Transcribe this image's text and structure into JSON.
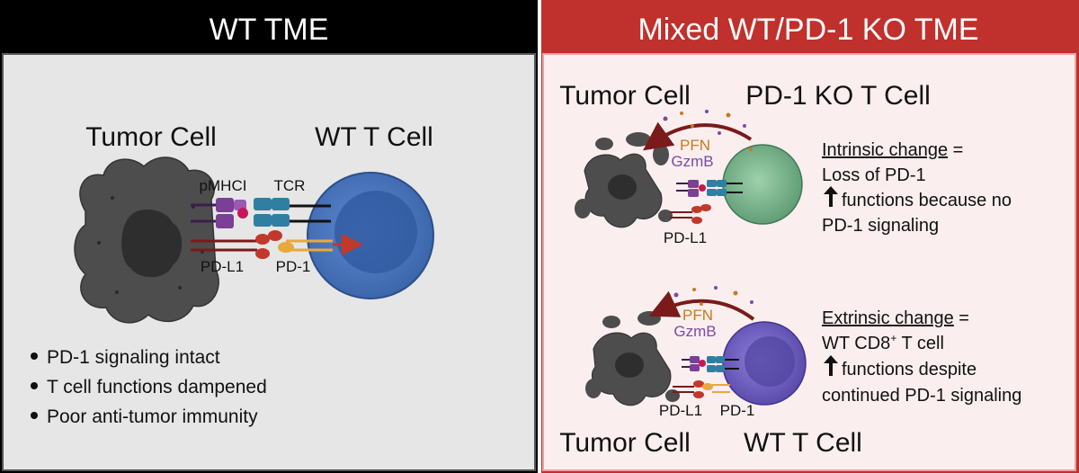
{
  "left_panel": {
    "header": "WT TME",
    "tumor_label": "Tumor Cell",
    "tcell_label": "WT T Cell",
    "pmhc_label": "pMHCI",
    "tcr_label": "TCR",
    "pdl1_label": "PD-L1",
    "pd1_label": "PD-1",
    "bullets": [
      "PD-1 signaling intact",
      "T cell functions dampened",
      "Poor anti-tumor immunity"
    ]
  },
  "right_panel": {
    "header": "Mixed WT/PD-1 KO TME",
    "top": {
      "tumor_label": "Tumor Cell",
      "tcell_label": "PD-1 KO T Cell",
      "pfn_label": "PFN",
      "gzmb_label": "GzmB",
      "pdl1_label": "PD-L1",
      "change_title": "Intrinsic change",
      "equals": " =",
      "line1": "Loss of PD-1",
      "line2": "functions because no",
      "line3": "PD-1 signaling"
    },
    "bottom": {
      "tumor_label": "Tumor Cell",
      "tcell_label": "WT T Cell",
      "pfn_label": "PFN",
      "gzmb_label": "GzmB",
      "pdl1_label": "PD-L1",
      "pd1_label": "PD-1",
      "change_title": "Extrinsic change",
      "equals": " =",
      "line1_a": "WT CD8",
      "line1_sup": "+",
      "line1_b": " T cell",
      "line2": "functions despite",
      "line3": "continued PD-1 signaling"
    }
  },
  "colors": {
    "left_header_bg": "#000000",
    "left_panel_bg": "#e6e6e6",
    "right_header_bg": "#c0302c",
    "right_panel_bg": "#fbeeee",
    "tumor": "#4d4d4d",
    "wt_tcell": "#4a78c2",
    "ko_tcell": "#74b08a",
    "wt_tcell_bottom": "#6a5bc0",
    "mhc": "#7b3f98",
    "tcr": "#2f7fa3",
    "pdl1": "#c0392b",
    "pd1": "#e8a93a",
    "pfn": "#c77a1f",
    "gzmb": "#7b4aa8",
    "arrow": "#7a1a1a"
  }
}
